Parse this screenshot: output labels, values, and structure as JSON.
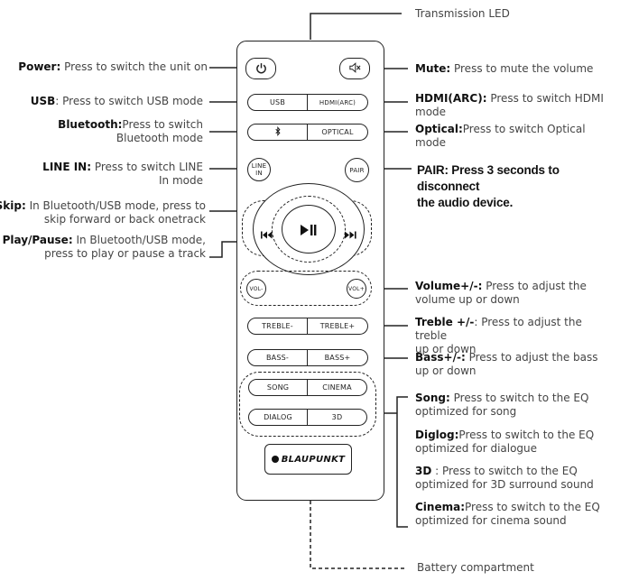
{
  "labels": {
    "transmission_led": "Transmission LED",
    "power_title": "Power:",
    "power_desc": " Press to switch the unit on",
    "usb_title": "USB",
    "usb_desc": ": Press to switch USB mode",
    "bluetooth_title": "Bluetooth:",
    "bluetooth_desc_1": "Press to switch",
    "bluetooth_desc_2": "Bluetooth mode",
    "linein_title": "LINE IN:",
    "linein_desc_1": " Press to switch LINE",
    "linein_desc_2": "In mode",
    "skip_title": "Skip:",
    "skip_desc_1": " In Bluetooth/USB mode, press to",
    "skip_desc_2": "skip forward or back onetrack",
    "playpause_title": "Play/Pause:",
    "playpause_desc_1": " In Bluetooth/USB mode,",
    "playpause_desc_2": "press to play or pause a track",
    "mute_title": "Mute:",
    "mute_desc": " Press to mute the volume",
    "hdmi_title": "HDMI(ARC):",
    "hdmi_desc_1": " Press to switch HDMI",
    "hdmi_desc_2": "mode",
    "optical_title": "Optical:",
    "optical_desc_1": "Press to switch Optical",
    "optical_desc_2": "mode",
    "pair_title": "PAIR",
    "pair_desc_1": ": Press 3 seconds to disconnect",
    "pair_desc_2": "the audio device.",
    "volume_title": "Volume+/-:",
    "volume_desc_1": " Press to adjust the",
    "volume_desc_2": "volume up or down",
    "treble_title": "Treble +/-",
    "treble_desc_1": ": Press to adjust the treble",
    "treble_desc_2": "up or down",
    "bass_title": "Bass+/-:",
    "bass_desc_1": " Press to adjust the bass",
    "bass_desc_2": "up or down",
    "song_title": "Song:",
    "song_desc_1": " Press to switch to the EQ",
    "song_desc_2": "optimized for song",
    "dialog_title": "Diglog:",
    "dialog_desc_1": "Press to switch to the EQ",
    "dialog_desc_2": "optimized for dialogue",
    "threed_title": "3D",
    "threed_desc_1": " : Press to switch to the EQ",
    "threed_desc_2": "optimized for 3D surround sound",
    "cinema_title": "Cinema:",
    "cinema_desc_1": "Press to switch to the EQ",
    "cinema_desc_2": "optimized for cinema sound",
    "battery": "Battery compartment"
  },
  "remote": {
    "usb": "USB",
    "hdmi": "HDMI(ARC)",
    "optical": "OPTICAL",
    "line_in_1": "LINE",
    "line_in_2": "IN",
    "pair": "PAIR",
    "vol_minus": "VOL-",
    "vol_plus": "VOL+",
    "treble_minus": "TREBLE-",
    "treble_plus": "TREBLE+",
    "bass_minus": "BASS-",
    "bass_plus": "BASS+",
    "song": "SONG",
    "cinema": "CINEMA",
    "dialog": "DIALOG",
    "threed": "3D",
    "brand": "BLAUPUNKT"
  },
  "icons": {
    "power": "power-icon",
    "mute": "mute-icon",
    "bluetooth": "bluetooth-icon",
    "prev": "skip-back-icon",
    "next": "skip-forward-icon",
    "play_pause": "play-pause-icon"
  }
}
